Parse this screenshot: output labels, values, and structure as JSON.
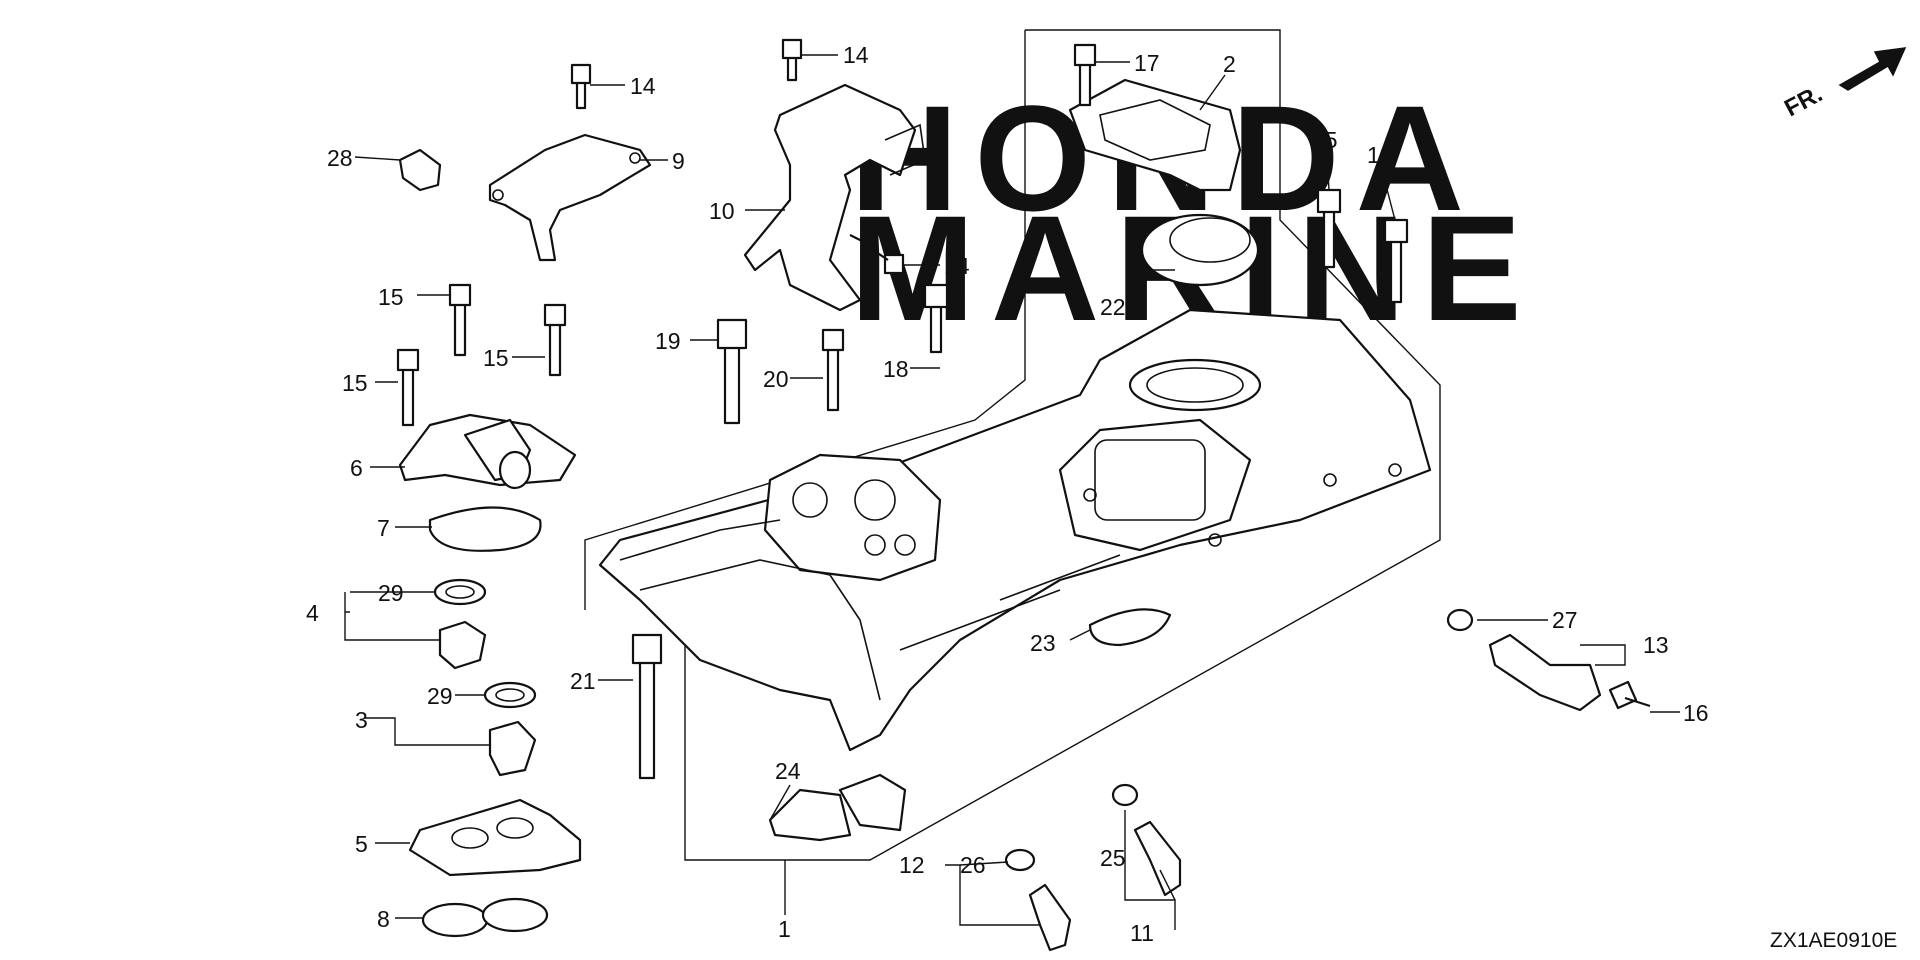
{
  "diagram": {
    "drawing_code": "ZX1AE0910E",
    "front_mark": "FR.",
    "watermark_lines": [
      "HONDA",
      "MARINE"
    ],
    "callouts": [
      {
        "id": "c1",
        "text": "1"
      },
      {
        "id": "c2",
        "text": "2"
      },
      {
        "id": "c3",
        "text": "3"
      },
      {
        "id": "c4",
        "text": "4"
      },
      {
        "id": "c5",
        "text": "5"
      },
      {
        "id": "c6",
        "text": "6"
      },
      {
        "id": "c7",
        "text": "7"
      },
      {
        "id": "c8",
        "text": "8"
      },
      {
        "id": "c9",
        "text": "9"
      },
      {
        "id": "c10",
        "text": "10"
      },
      {
        "id": "c11",
        "text": "11"
      },
      {
        "id": "c12",
        "text": "12"
      },
      {
        "id": "c13",
        "text": "13"
      },
      {
        "id": "c14a",
        "text": "14"
      },
      {
        "id": "c14b",
        "text": "14"
      },
      {
        "id": "c14c",
        "text": "14"
      },
      {
        "id": "c15a",
        "text": "15"
      },
      {
        "id": "c15b",
        "text": "15"
      },
      {
        "id": "c15c",
        "text": "15"
      },
      {
        "id": "c15d",
        "text": "15"
      },
      {
        "id": "c16",
        "text": "16"
      },
      {
        "id": "c17",
        "text": "17"
      },
      {
        "id": "c18a",
        "text": "18"
      },
      {
        "id": "c18b",
        "text": "18"
      },
      {
        "id": "c19",
        "text": "19"
      },
      {
        "id": "c20",
        "text": "20"
      },
      {
        "id": "c21",
        "text": "21"
      },
      {
        "id": "c22",
        "text": "22"
      },
      {
        "id": "c23",
        "text": "23"
      },
      {
        "id": "c24",
        "text": "24"
      },
      {
        "id": "c25",
        "text": "25"
      },
      {
        "id": "c26",
        "text": "26"
      },
      {
        "id": "c27",
        "text": "27"
      },
      {
        "id": "c28",
        "text": "28"
      },
      {
        "id": "c29a",
        "text": "29"
      },
      {
        "id": "c29b",
        "text": "29"
      }
    ]
  }
}
